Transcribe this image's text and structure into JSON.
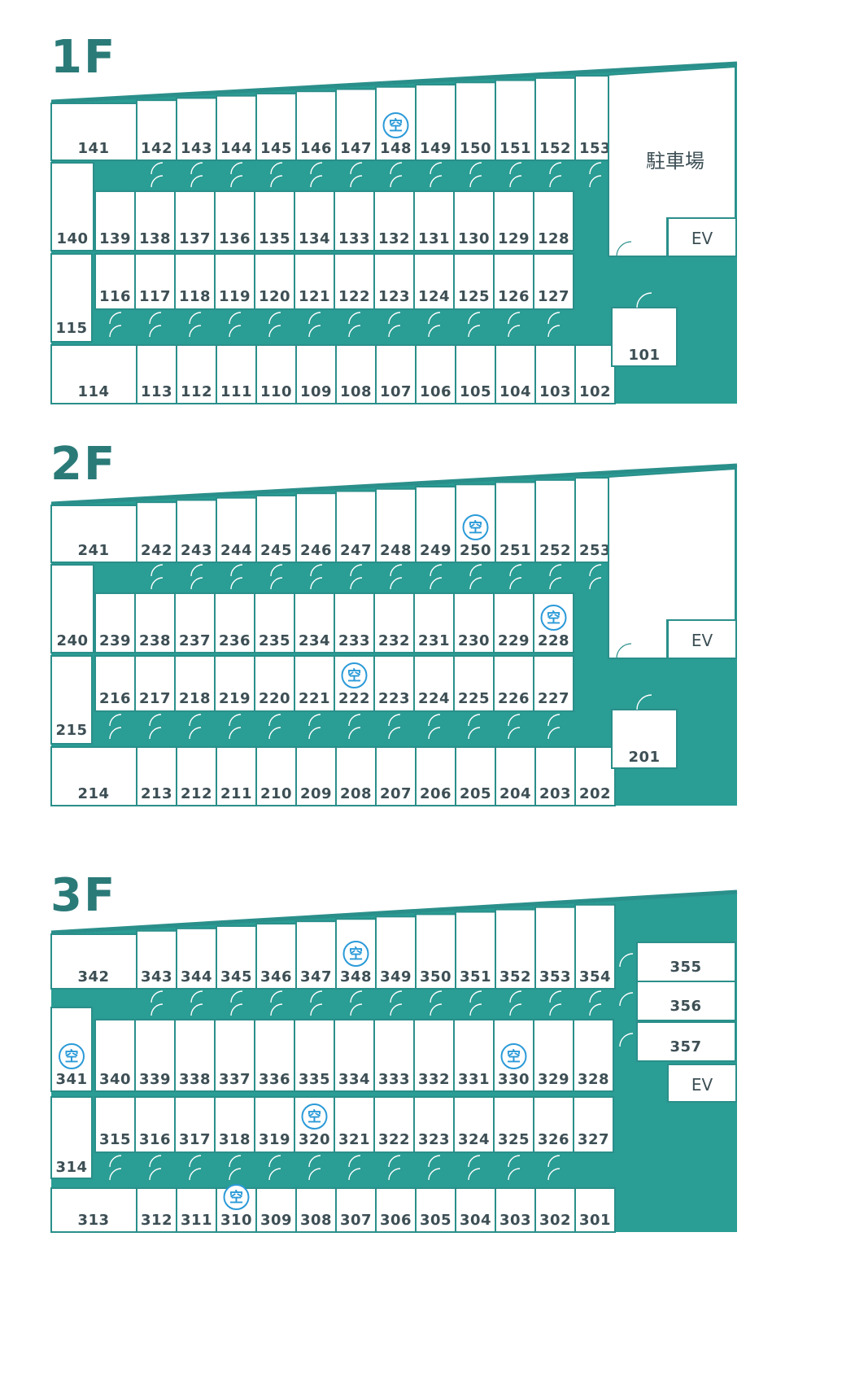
{
  "colors": {
    "wall": "#2a8f8a",
    "corridor": "#2a9d94",
    "title": "#2a7a78",
    "vacant": "#2b9ad8",
    "label": "#3d4f55"
  },
  "vacant_mark": "空",
  "floors": [
    {
      "title": "1F",
      "top_rooms": [
        "141",
        "142",
        "143",
        "144",
        "145",
        "146",
        "147",
        "148",
        "149",
        "150",
        "151",
        "152",
        "153"
      ],
      "row2_rooms": [
        "140",
        "139",
        "138",
        "137",
        "136",
        "135",
        "134",
        "133",
        "132",
        "131",
        "130",
        "129",
        "128"
      ],
      "row3_rooms": [
        "116",
        "117",
        "118",
        "119",
        "120",
        "121",
        "122",
        "123",
        "124",
        "125",
        "126",
        "127"
      ],
      "left_room": "115",
      "bottom_rooms": [
        "114",
        "113",
        "112",
        "111",
        "110",
        "109",
        "108",
        "107",
        "106",
        "105",
        "104",
        "103",
        "102"
      ],
      "corner_room": "101",
      "parking": "駐車場",
      "ev": "EV",
      "vacant": [
        "148"
      ]
    },
    {
      "title": "2F",
      "top_rooms": [
        "241",
        "242",
        "243",
        "244",
        "245",
        "246",
        "247",
        "248",
        "249",
        "250",
        "251",
        "252",
        "253"
      ],
      "row2_rooms": [
        "240",
        "239",
        "238",
        "237",
        "236",
        "235",
        "234",
        "233",
        "232",
        "231",
        "230",
        "229",
        "228"
      ],
      "row3_rooms": [
        "216",
        "217",
        "218",
        "219",
        "220",
        "221",
        "222",
        "223",
        "224",
        "225",
        "226",
        "227"
      ],
      "left_room": "215",
      "bottom_rooms": [
        "214",
        "213",
        "212",
        "211",
        "210",
        "209",
        "208",
        "207",
        "206",
        "205",
        "204",
        "203",
        "202"
      ],
      "corner_room": "201",
      "ev": "EV",
      "vacant": [
        "250",
        "228",
        "222"
      ]
    },
    {
      "title": "3F",
      "top_rooms": [
        "342",
        "343",
        "344",
        "345",
        "346",
        "347",
        "348",
        "349",
        "350",
        "351",
        "352",
        "353",
        "354"
      ],
      "row2_rooms": [
        "341",
        "340",
        "339",
        "338",
        "337",
        "336",
        "335",
        "334",
        "333",
        "332",
        "331",
        "330",
        "329",
        "328"
      ],
      "row3_rooms": [
        "315",
        "316",
        "317",
        "318",
        "319",
        "320",
        "321",
        "322",
        "323",
        "324",
        "325",
        "326",
        "327"
      ],
      "left_room": "314",
      "bottom_rooms": [
        "313",
        "312",
        "311",
        "310",
        "309",
        "308",
        "307",
        "306",
        "305",
        "304",
        "303",
        "302",
        "301"
      ],
      "side_rooms": [
        "355",
        "356",
        "357"
      ],
      "ev": "EV",
      "vacant": [
        "348",
        "341",
        "330",
        "320",
        "310"
      ]
    }
  ]
}
